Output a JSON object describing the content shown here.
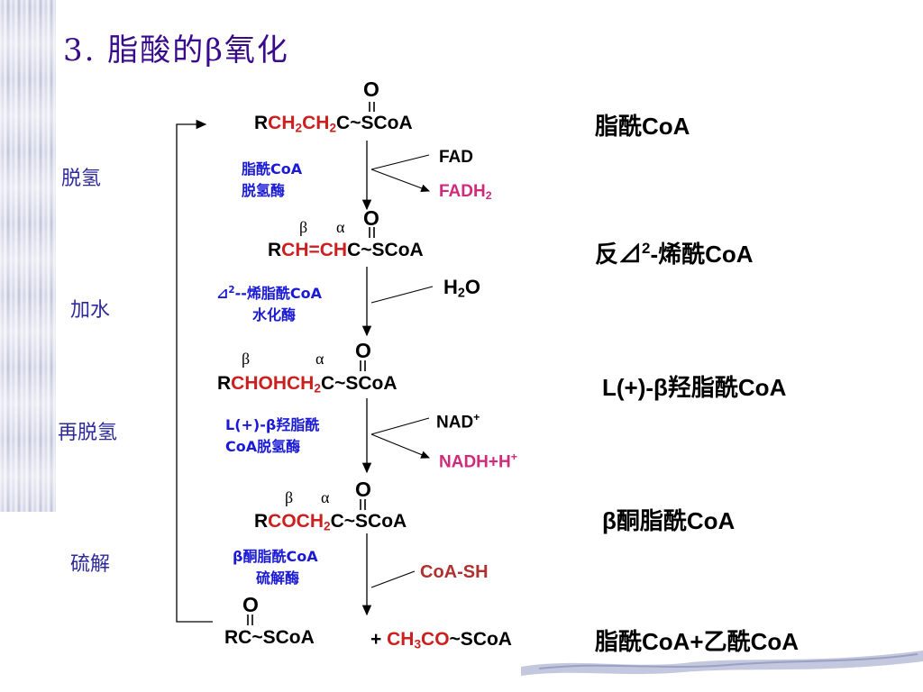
{
  "title": "3.  脂酸的β氧化",
  "steps": [
    "脱氢",
    "加水",
    "再脱氢",
    "硫解"
  ],
  "compounds": {
    "c1": {
      "prefix": "R",
      "mid1": "CH",
      "s1": "2",
      "mid2": "CH",
      "s2": "2",
      "suffix": "C~SCoA",
      "name": "脂酰CoA"
    },
    "c2": {
      "prefix": "R",
      "mid": "CH=CH",
      "suffix": "C~SCoA",
      "name_a": "反",
      "name_delta": "⊿",
      "name_sup": "2",
      "name_b": "-烯酰CoA"
    },
    "c3": {
      "prefix": "R",
      "mid1": "CHOHCH",
      "s1": "2",
      "suffix": "C~SCoA",
      "name": "L(+)-β羟脂酰CoA"
    },
    "c4": {
      "prefix": "R",
      "mid1": "COCH",
      "s1": "2",
      "suffix": "C~SCoA",
      "name": "β酮脂酰CoA"
    },
    "c5": {
      "main": "RC~SCoA",
      "plus": "+ ",
      "acetyl_a": "CH",
      "acetyl_sub": "3",
      "acetyl_b": "CO",
      "acetyl_c": "~SCoA",
      "name": "脂酰CoA+乙酰CoA"
    }
  },
  "oxygen": "O",
  "greek": {
    "beta": "β",
    "alpha": "α"
  },
  "enzymes": {
    "e1": [
      "脂酰CoA",
      "脱氢酶"
    ],
    "e2": {
      "delta": "⊿",
      "sup": "2",
      "rest": "--烯脂酰CoA",
      "line2": "水化酶"
    },
    "e3": [
      "L(+)-β羟脂酰",
      "CoA脱氢酶"
    ],
    "e4": [
      "β酮脂酰CoA",
      "硫解酶"
    ]
  },
  "cofactors": {
    "fad": "FAD",
    "fadh2_a": "FADH",
    "fadh2_sub": "2",
    "h2o_a": "H",
    "h2o_sub": "2",
    "h2o_b": "O",
    "nad_a": "NAD",
    "nad_sup": "+",
    "nadh_a": "NADH+H",
    "nadh_sup": "+",
    "coash": "CoA-SH"
  },
  "colors": {
    "title": "#3a0a8c",
    "step": "#2e2a9a",
    "enzyme": "#1a1ad6",
    "highlight": "#cc1f1f",
    "product": "#d02a7a",
    "coash": "#b03030"
  }
}
